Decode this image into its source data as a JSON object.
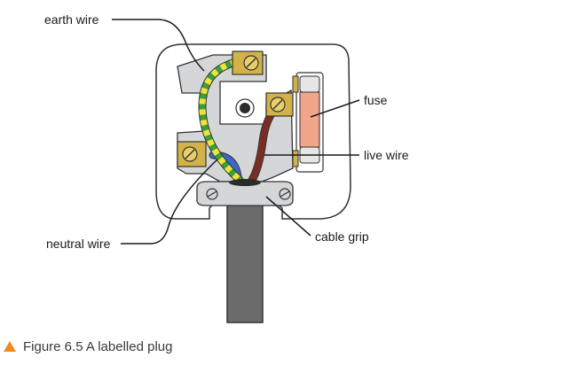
{
  "figure": {
    "labels": {
      "earth": "earth wire",
      "fuse": "fuse",
      "live": "live wire",
      "neutral": "neutral wire",
      "grip": "cable grip"
    },
    "caption": "Figure 6.5 A labelled plug"
  },
  "colors": {
    "plug_body": "#d5d6d8",
    "brass": "#d4b24a",
    "earth_green": "#3a9e3c",
    "earth_yellow": "#f2e23b",
    "neutral_blue": "#3b67c9",
    "live_brown": "#7a2d25",
    "fuse_body": "#f2a58a",
    "cable": "#6b6b6b",
    "caption_marker": "#f08a1c"
  },
  "icons": [
    "screw-icon",
    "triangle-marker-icon"
  ]
}
